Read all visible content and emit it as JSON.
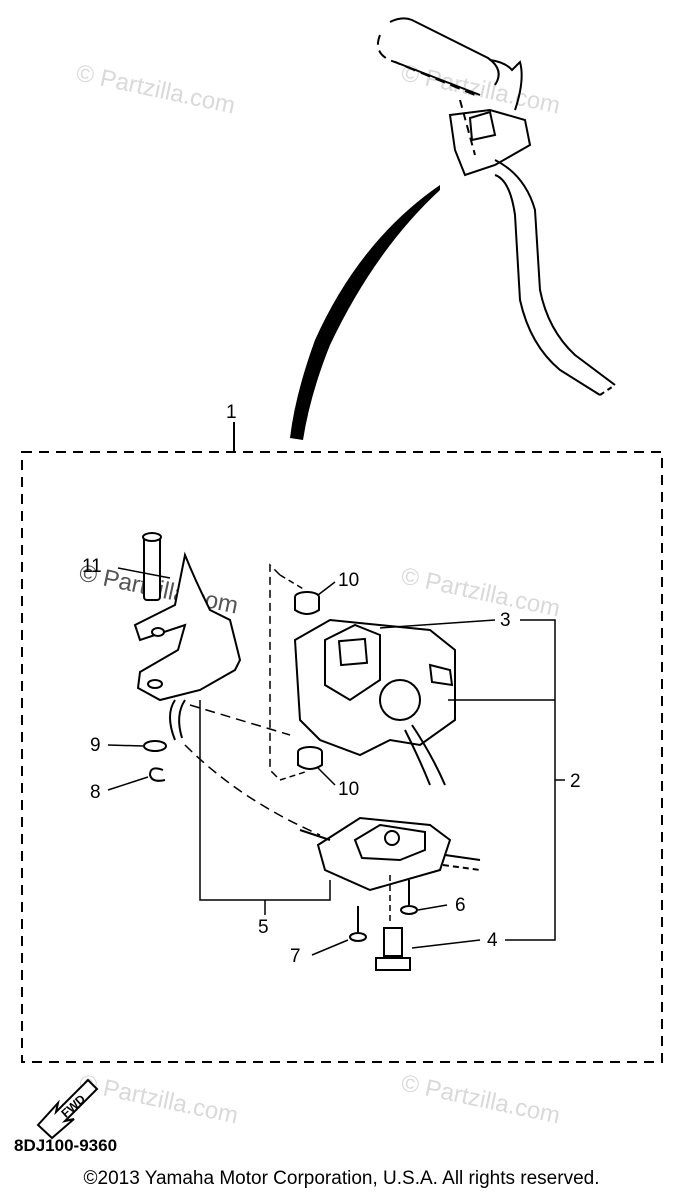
{
  "watermark": "© Partzilla.com",
  "callouts": [
    "1",
    "2",
    "3",
    "4",
    "5",
    "6",
    "7",
    "8",
    "9",
    "10",
    "10",
    "11"
  ],
  "fwd_label": "FWD",
  "diagram_code": "8DJ100-9360",
  "copyright": "©2013 Yamaha Motor Corporation, U.S.A. All rights reserved."
}
